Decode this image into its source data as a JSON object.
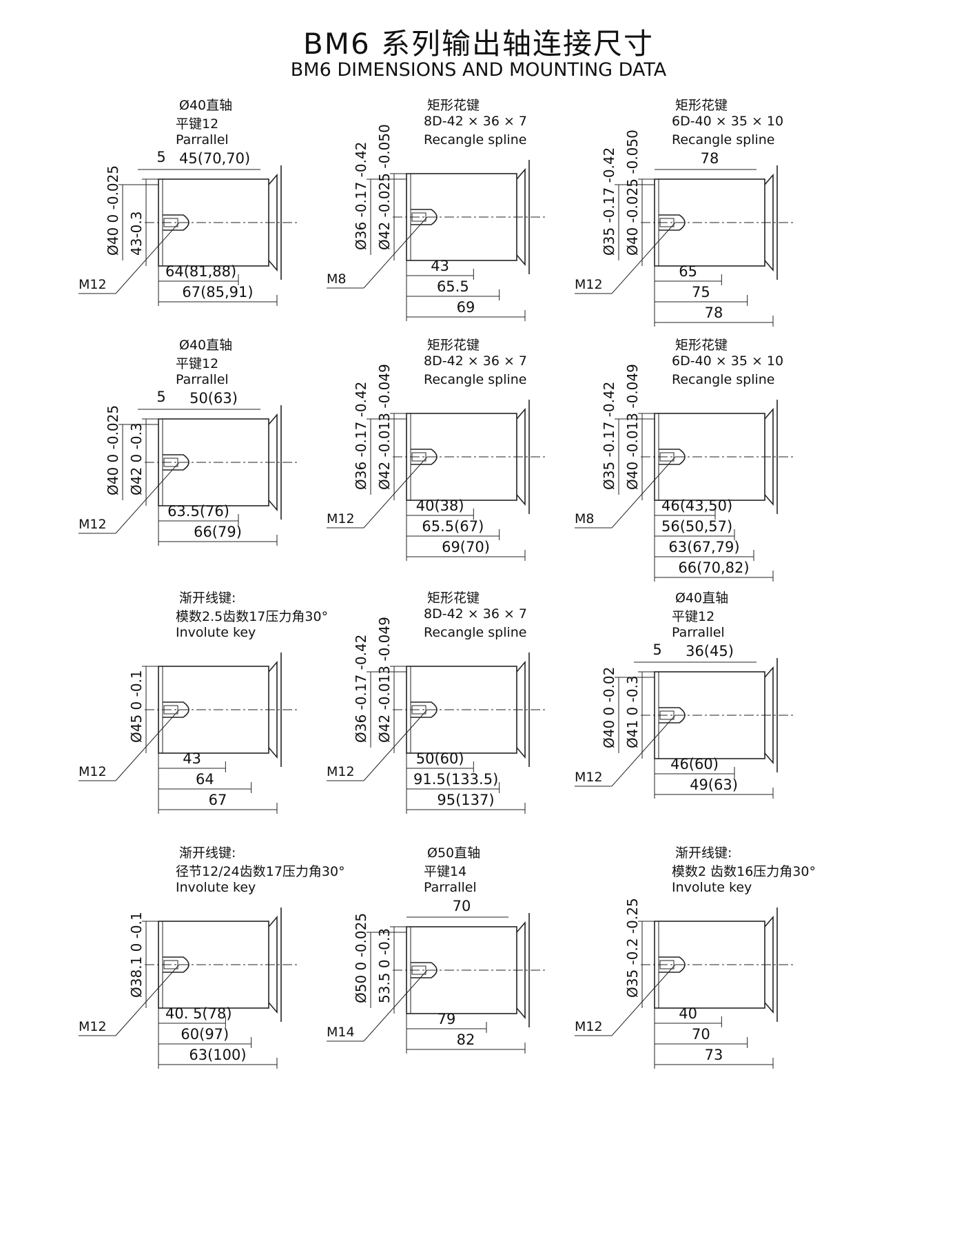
{
  "title": {
    "cn": "BM6 系列输出轴连接尺寸",
    "en": "BM6 DIMENSIONS AND MOUNTING DATA"
  },
  "panels": [
    {
      "label": [
        "Ø40直轴",
        "平键12",
        "Parrallel"
      ],
      "top": "45(70,70)",
      "small": "5",
      "vdims": [
        "43-0.3",
        "Ø40 0 -0.025"
      ],
      "thread": "M12",
      "bottom": [
        "64(81,88)",
        "67(85,91)"
      ]
    },
    {
      "label": [
        "矩形花键",
        "8D-42 × 36 × 7",
        "Recangle spline"
      ],
      "top": "",
      "small": "",
      "vdims": [
        "Ø42 -0.025 -0.050",
        "Ø36 -0.17 -0.42"
      ],
      "thread": "M8",
      "bottom": [
        "43",
        "65.5",
        "69"
      ]
    },
    {
      "label": [
        "矩形花键",
        "6D-40 × 35 × 10",
        "Recangle spline"
      ],
      "top": "78",
      "small": "",
      "vdims": [
        "Ø40 -0.025 -0.050",
        "Ø35 -0.17 -0.42"
      ],
      "thread": "M12",
      "bottom": [
        "65",
        "75",
        "78"
      ]
    },
    {
      "label": [
        "Ø40直轴",
        "平键12",
        "Parrallel"
      ],
      "top": "50(63)",
      "small": "5",
      "vdims": [
        "Ø42 0 -0.3",
        "Ø40 0 -0.025"
      ],
      "thread": "M12",
      "bottom": [
        "63.5(76)",
        "66(79)"
      ]
    },
    {
      "label": [
        "矩形花键",
        "8D-42 × 36 × 7",
        "Recangle spline"
      ],
      "top": "",
      "small": "",
      "vdims": [
        "Ø42 -0.013 -0.049",
        "Ø36 -0.17 -0.42"
      ],
      "thread": "M12",
      "bottom": [
        "40(38)",
        "65.5(67)",
        "69(70)"
      ]
    },
    {
      "label": [
        "矩形花键",
        "6D-40 × 35 × 10",
        "Recangle spline"
      ],
      "top": "",
      "small": "",
      "vdims": [
        "Ø40 -0.013 -0.049",
        "Ø35 -0.17 -0.42"
      ],
      "thread": "M8",
      "bottom": [
        "46(43,50)",
        "56(50,57)",
        "63(67,79)",
        "66(70,82)"
      ]
    },
    {
      "label": [
        "渐开线键:",
        "模数2.5齿数17压力角30°",
        "Involute key"
      ],
      "top": "",
      "small": "",
      "vdims": [
        "Ø45 0 -0.1"
      ],
      "thread": "M12",
      "bottom": [
        "43",
        "64",
        "67"
      ]
    },
    {
      "label": [
        "矩形花键",
        "8D-42 × 36 × 7",
        "Recangle spline"
      ],
      "top": "",
      "small": "",
      "vdims": [
        "Ø42 -0.013 -0.049",
        "Ø36 -0.17 -0.42"
      ],
      "thread": "M12",
      "bottom": [
        "50(60)",
        "91.5(133.5)",
        "95(137)"
      ]
    },
    {
      "label": [
        "Ø40直轴",
        "平键12",
        "Parrallel"
      ],
      "top": "36(45)",
      "small": "5",
      "vdims": [
        "Ø41 0 -0.3",
        "Ø40 0 -0.02"
      ],
      "thread": "M12",
      "bottom": [
        "46(60)",
        "49(63)"
      ]
    },
    {
      "label": [
        "渐开线键:",
        "径节12/24齿数17压力角30°",
        "Involute key"
      ],
      "top": "",
      "small": "",
      "vdims": [
        "Ø38.1 0 -0.1"
      ],
      "thread": "M12",
      "bottom": [
        "40. 5(78)",
        "60(97)",
        "63(100)"
      ]
    },
    {
      "label": [
        "Ø50直轴",
        "平键14",
        "Parrallel"
      ],
      "top": "70",
      "small": "",
      "vdims": [
        "53.5 0 -0.3",
        "Ø50 0 -0.025"
      ],
      "thread": "M14",
      "bottom": [
        "79",
        "82"
      ]
    },
    {
      "label": [
        "渐开线键:",
        "模数2 齿数16压力角30°",
        "Involute key"
      ],
      "top": "",
      "small": "",
      "vdims": [
        "Ø35 -0.2 -0.25"
      ],
      "thread": "M12",
      "bottom": [
        "40",
        "70",
        "73"
      ]
    }
  ]
}
